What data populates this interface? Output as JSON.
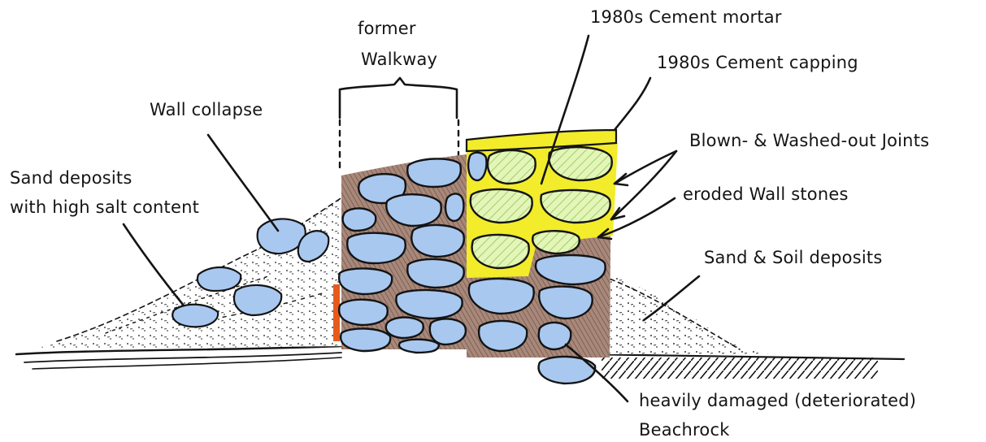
{
  "labels": {
    "former_walkway_line1": "former",
    "former_walkway_line2": "Walkway",
    "wall_collapse": "Wall collapse",
    "sand_salt_line1": "Sand deposits",
    "sand_salt_line2": "with high salt content",
    "cement_mortar": "1980s Cement mortar",
    "cement_capping": "1980s Cement capping",
    "blown_joints": "Blown- & Washed-out Joints",
    "eroded_stones": "eroded Wall stones",
    "sand_soil": "Sand & Soil deposits",
    "beachrock_line1": "heavily damaged (deteriorated)",
    "beachrock_line2": "Beachrock"
  },
  "colors": {
    "stone_blue": "#a9c8f0",
    "cement_yellow": "#f2ec2a",
    "eroded_green": "#d8f0a8",
    "mortar_brown": "#8a6a58",
    "render_orange": "#e85a1a",
    "ink": "#141414"
  }
}
